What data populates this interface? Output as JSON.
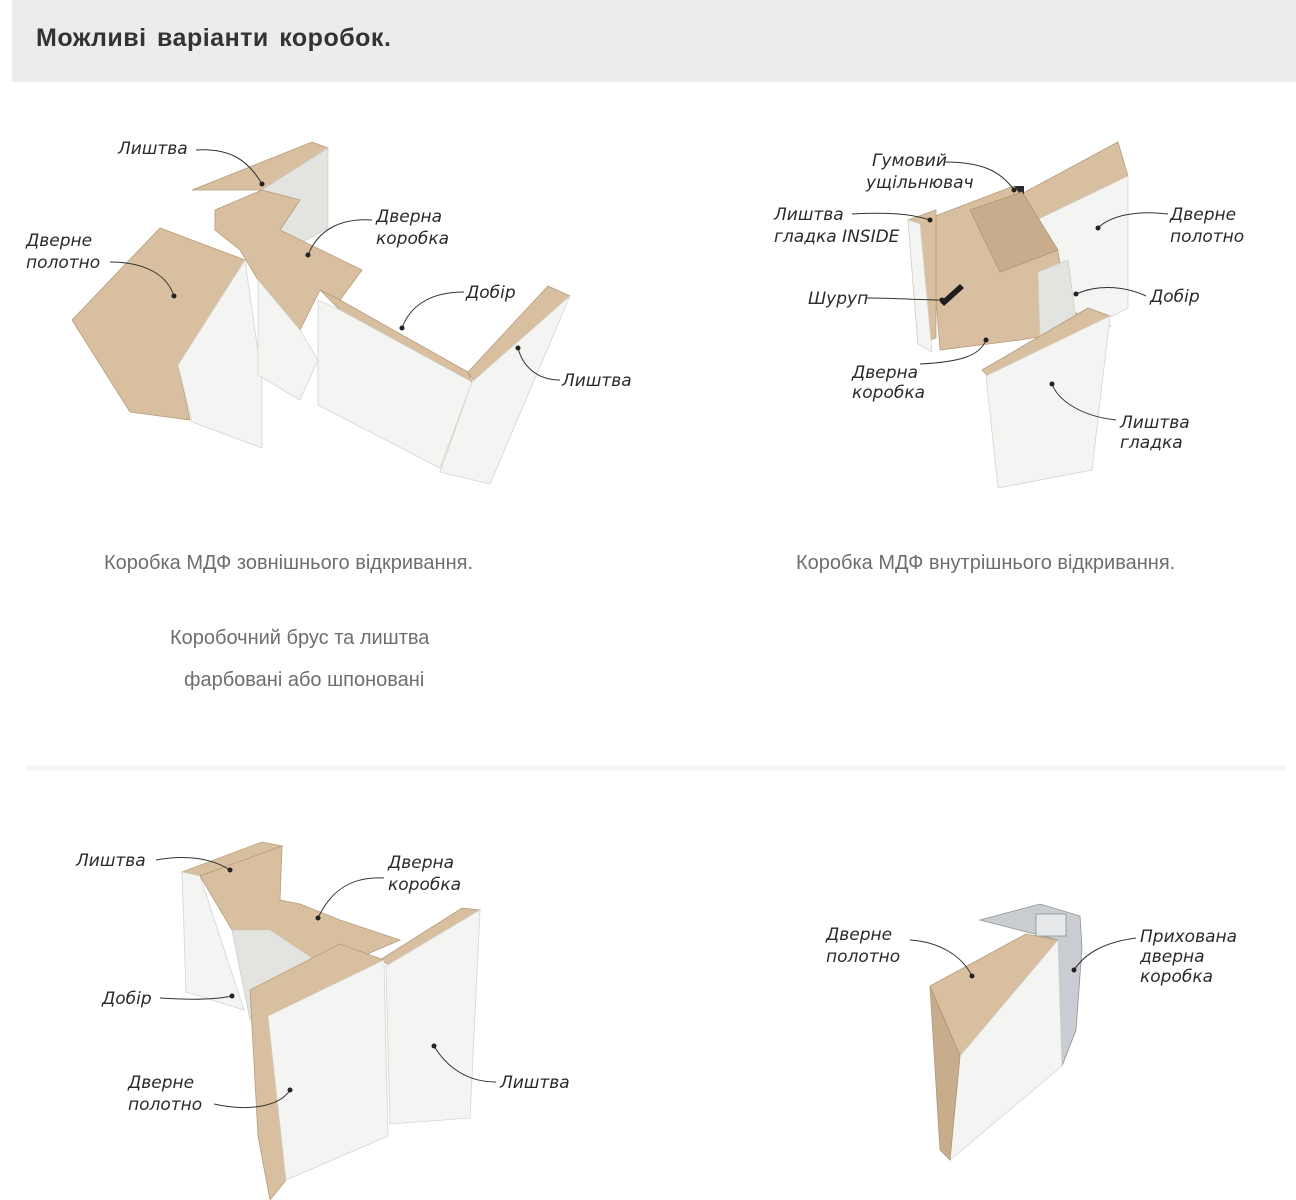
{
  "header": {
    "title": "Можливі варіанти коробок."
  },
  "diagrams": {
    "external": {
      "labels": {
        "lyshtva_top": "Лиштва",
        "dverna_korobka_1": "Дверна",
        "dverna_korobka_2": "коробка",
        "dverne_polotno_1": "Дверне",
        "dverne_polotno_2": "полотно",
        "dobir": "Добір",
        "lyshtva_right": "Лиштва"
      },
      "caption": "Коробка МДФ зовнішнього відкривання."
    },
    "internal": {
      "labels": {
        "gumovyi_1": "Гумовий",
        "gumovyi_2": "ущільнювач",
        "lyshtva_inside_1": "Лиштва",
        "lyshtva_inside_2": "гладка INSIDE",
        "dverne_polotno_1": "Дверне",
        "dverne_polotno_2": "полотно",
        "shurup": "Шуруп",
        "dobir": "Добір",
        "dverna_korobka_1": "Дверна",
        "dverna_korobka_2": "коробка",
        "lyshtva_gladka_1": "Лиштва",
        "lyshtva_gladka_2": "гладка"
      },
      "caption": "Коробка МДФ внутрішнього відкривання."
    },
    "note": {
      "line1": "Коробочний брус та лиштва",
      "line2": "фарбовані або шпоновані"
    },
    "telescopic": {
      "labels": {
        "lyshtva_top": "Лиштва",
        "dverna_korobka_1": "Дверна",
        "dverna_korobka_2": "коробка",
        "dobir": "Добір",
        "dverne_polotno_1": "Дверне",
        "dverne_polotno_2": "полотно",
        "lyshtva_right": "Лиштва"
      }
    },
    "hidden": {
      "labels": {
        "dverne_polotno_1": "Дверне",
        "dverne_polotno_2": "полотно",
        "prykhovana_1": "Прихована",
        "prykhovana_2": "дверна",
        "prykhovana_3": "коробка"
      }
    }
  }
}
